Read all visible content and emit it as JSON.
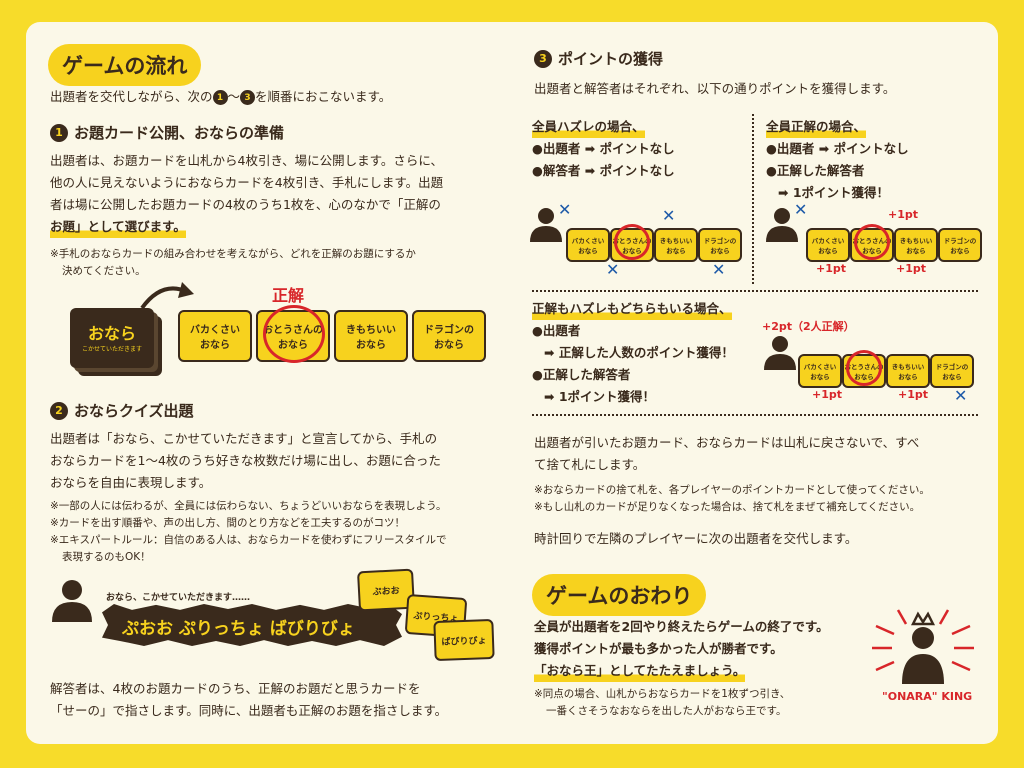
{
  "left": {
    "flow_title": "ゲームの流れ",
    "flow_intro_pre": "出題者を交代しながら、次の",
    "flow_intro_n1": "1",
    "flow_intro_dash": "〜",
    "flow_intro_n3": "3",
    "flow_intro_post": "を順番におこないます。",
    "step1_num": "1",
    "step1_title": "お題カード公開、おならの準備",
    "step1_l1": "出題者は、お題カードを山札から4枚引き、場に公開します。さらに、",
    "step1_l2": "他の人に見えないようにおならカードを4枚引き、手札にします。出題",
    "step1_l3": "者は場に公開したお題カードの4枚のうち1枚を、心のなかで「正解の",
    "step1_l4": "お題」として選びます。",
    "step1_note1": "※手札のおならカードの組み合わせを考えながら、どれを正解のお題にするか",
    "step1_note2": "決めてください。",
    "deck_logo": "おなら",
    "deck_sub": "こかせていただきます",
    "correct_label": "正解",
    "cards": [
      "バカくさい\nおなら",
      "おとうさんの\nおなら",
      "きもちいい\nおなら",
      "ドラゴンの\nおなら"
    ],
    "step2_num": "2",
    "step2_title": "おならクイズ出題",
    "step2_l1": "出題者は「おなら、こかせていただきます」と宣言してから、手札の",
    "step2_l2": "おならカードを1〜4枚のうち好きな枚数だけ場に出し、お題に合った",
    "step2_l3": "おならを自由に表現します。",
    "step2_note1": "※一部の人には伝わるが、全員には伝わらない、ちょうどいいおならを表現しよう。",
    "step2_note2": "※カードを出す順番や、声の出し方、間のとり方などを工夫するのがコツ！",
    "step2_note3": "※エキスパートルール：自信のある人は、おならカードを使わずにフリースタイルで",
    "step2_note4": "表現するのもOK！",
    "speech_small": "おなら、こかせていただきます……",
    "speech_big": "ぷおお ぷりっちょ ばびりびょ",
    "fart_cards": [
      "ぷおお",
      "ぷりっちょ",
      "ばびりびょ"
    ],
    "answer_l1": "解答者は、4枚のお題カードのうち、正解のお題だと思うカードを",
    "answer_l2": "「せーの」で指さします。同時に、出題者も正解のお題を指さします。"
  },
  "right": {
    "step3_num": "3",
    "step3_title": "ポイントの獲得",
    "step3_intro": "出題者と解答者はそれぞれ、以下の通りポイントを獲得します。",
    "allwrong_title": "全員ハズレの場合、",
    "allwrong_l1": "●出題者 ➡ ポイントなし",
    "allwrong_l2": "●解答者 ➡ ポイントなし",
    "allright_title": "全員正解の場合、",
    "allright_l1": "●出題者 ➡ ポイントなし",
    "allright_l2": "●正解した解答者",
    "allright_l3": "➡ 1ポイント獲得！",
    "mini_cards": [
      "バカくさい\nおなら",
      "おとうさんの\nおなら",
      "きもちいい\nおなら",
      "ドラゴンの\nおなら"
    ],
    "plus1": "+1pt",
    "mixed_title": "正解もハズレもどちらもいる場合、",
    "mixed_l1": "●出題者",
    "mixed_l2": "➡ 正解した人数のポイント獲得！",
    "mixed_l3": "●正解した解答者",
    "mixed_l4": "➡ 1ポイント獲得！",
    "plus2": "+2pt（2人正解）",
    "return_l1": "出題者が引いたお題カード、おならカードは山札に戻さないで、すべ",
    "return_l2": "て捨て札にします。",
    "return_note1": "※おならカードの捨て札を、各プレイヤーのポイントカードとして使ってください。",
    "return_note2": "※もし山札のカードが足りなくなった場合は、捨て札をまぜて補充してください。",
    "next_player": "時計回りで左隣のプレイヤーに次の出題者を交代します。",
    "end_title": "ゲームのおわり",
    "end_l1": "全員が出題者を2回やり終えたらゲームの終了です。",
    "end_l2": "獲得ポイントが最も多かった人が勝者です。",
    "end_l3": "「おなら王」としてたたえましょう。",
    "end_note1": "※同点の場合、山札からおならカードを1枚ずつ引き、",
    "end_note2": "一番くさそうなおならを出した人がおなら王です。",
    "king_label": "\"ONARA\" KING"
  }
}
